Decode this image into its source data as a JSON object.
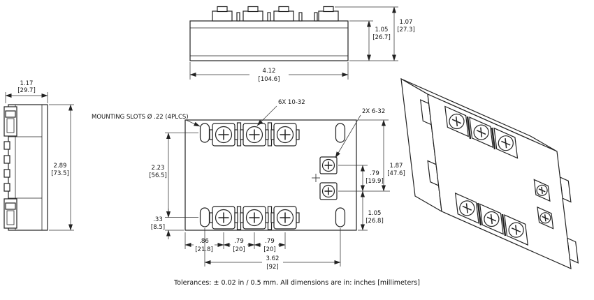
{
  "callouts": {
    "mounting_slots": "MOUNTING SLOTS Ø .22 (4PLCS)",
    "main_screws": "6X 10-32",
    "aux_screws": "2X 6-32"
  },
  "top_view": {
    "width_in": "4.12",
    "width_mm": "[104.6]",
    "body_height_in": "1.05",
    "body_height_mm": "[26.7]",
    "overall_height_in": "1.07",
    "overall_height_mm": "[27.3]"
  },
  "side_view": {
    "depth_in": "1.17",
    "depth_mm": "[29.7]",
    "height_in": "2.89",
    "height_mm": "[73.5]"
  },
  "front_view": {
    "slot_span_v_in": "2.23",
    "slot_span_v_mm": "[56.5]",
    "slot_offset_in": ".33",
    "slot_offset_mm": "[8.5]",
    "edge_to_first_screw_in": ".86",
    "edge_to_first_screw_mm": "[21.8]",
    "screw_pitch_a_in": ".79",
    "screw_pitch_a_mm": "[20]",
    "screw_pitch_b_in": ".79",
    "screw_pitch_b_mm": "[20]",
    "slot_span_h_in": "3.62",
    "slot_span_h_mm": "[92]",
    "aux_pitch_in": ".79",
    "aux_pitch_mm": "[19.9]",
    "top_to_lower_aux_in": "1.87",
    "top_to_lower_aux_mm": "[47.6]",
    "aux_to_bottom_in": "1.05",
    "aux_to_bottom_mm": "[26.8]"
  },
  "footer": {
    "note": "Tolerances: ± 0.02 in / 0.5 mm.  All dimensions are in: inches [millimeters]"
  }
}
